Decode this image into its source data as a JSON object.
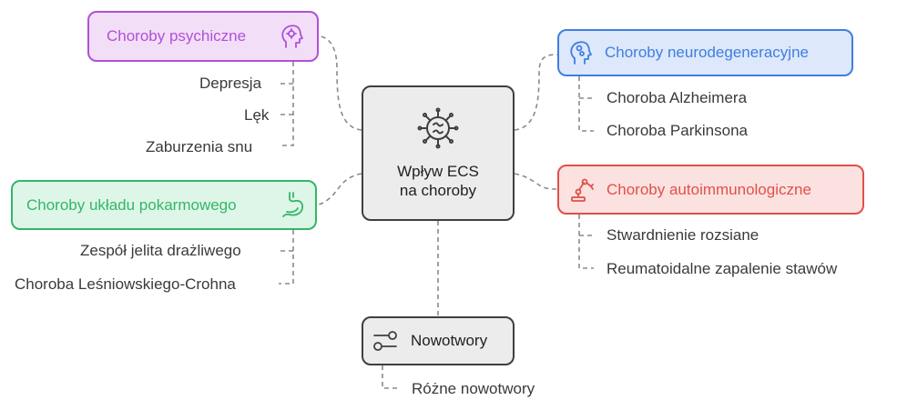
{
  "center": {
    "title": "Wpływ ECS\nna choroby"
  },
  "categories": {
    "psych": {
      "label": "Choroby psychiczne",
      "icon": "brain-head-icon",
      "color": "#b050d8",
      "fill": "#f3def8",
      "items": [
        "Depresja",
        "Lęk",
        "Zaburzenia snu"
      ]
    },
    "neuro": {
      "label": "Choroby neurodegeneracyjne",
      "icon": "head-gears-icon",
      "color": "#3f7ee0",
      "fill": "#dde8fb",
      "items": [
        "Choroba Alzheimera",
        "Choroba Parkinsona"
      ]
    },
    "digest": {
      "label": "Choroby układu pokarmowego",
      "icon": "stomach-icon",
      "color": "#35b56a",
      "fill": "#def6e7",
      "items": [
        "Zespół jelita drażliwego",
        "Choroba Leśniowskiego-Crohna"
      ]
    },
    "auto": {
      "label": "Choroby autoimmunologiczne",
      "icon": "robot-arm-icon",
      "color": "#e0504a",
      "fill": "#fbe2e0",
      "items": [
        "Stwardnienie rozsiane",
        "Reumatoidalne zapalenie stawów"
      ]
    },
    "cancer": {
      "label": "Nowotwory",
      "icon": "toggle-switch-icon",
      "color": "#3f3f3f",
      "fill": "#ececec",
      "items": [
        "Różne nowotwory"
      ]
    }
  },
  "center_icon": "virus-icon"
}
